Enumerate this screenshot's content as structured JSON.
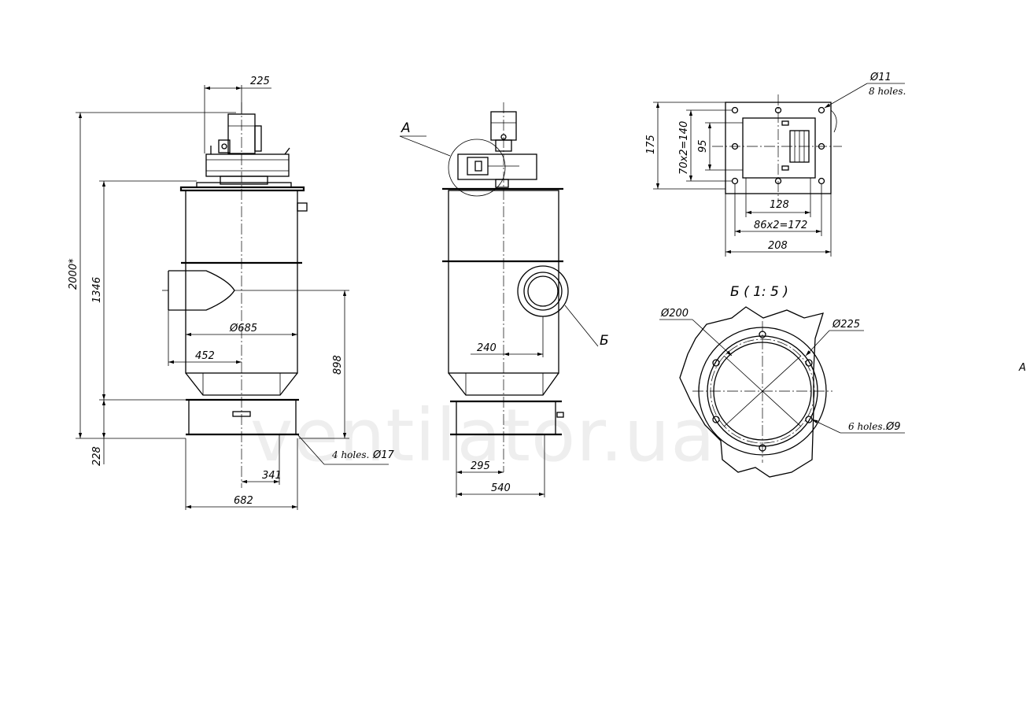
{
  "watermark": "ventilator.ua",
  "front_view": {
    "dim_motor_width": "225",
    "dim_total_height": "2000*",
    "dim_body_height": "1346",
    "dim_diameter": "Ø685",
    "dim_inlet_offset": "452",
    "dim_inlet_height": "898",
    "dim_base_height": "228",
    "dim_bolt_spacing": "341",
    "dim_base_width": "682",
    "holes_note": "4 holes.",
    "holes_dia": "Ø17"
  },
  "side_view": {
    "callout_a": "A",
    "callout_b": "Б",
    "dim_inlet_offset": "240",
    "dim_foot_offset": "295",
    "dim_base_width": "540"
  },
  "flange_a": {
    "hole_dia": "Ø11",
    "hole_count": "8 holes.",
    "dim_height": "175",
    "dim_pitch_v": "70x2=140",
    "dim_opening_h": "95",
    "dim_opening_w": "128",
    "dim_pitch_h": "86x2=172",
    "dim_width": "208"
  },
  "detail_b": {
    "title": "Б ( 1: 5 )",
    "dim_inner_dia": "Ø200",
    "dim_pitch_dia": "Ø225",
    "holes_note": "6 holes.",
    "holes_dia": "Ø9"
  },
  "edge_label": "A"
}
